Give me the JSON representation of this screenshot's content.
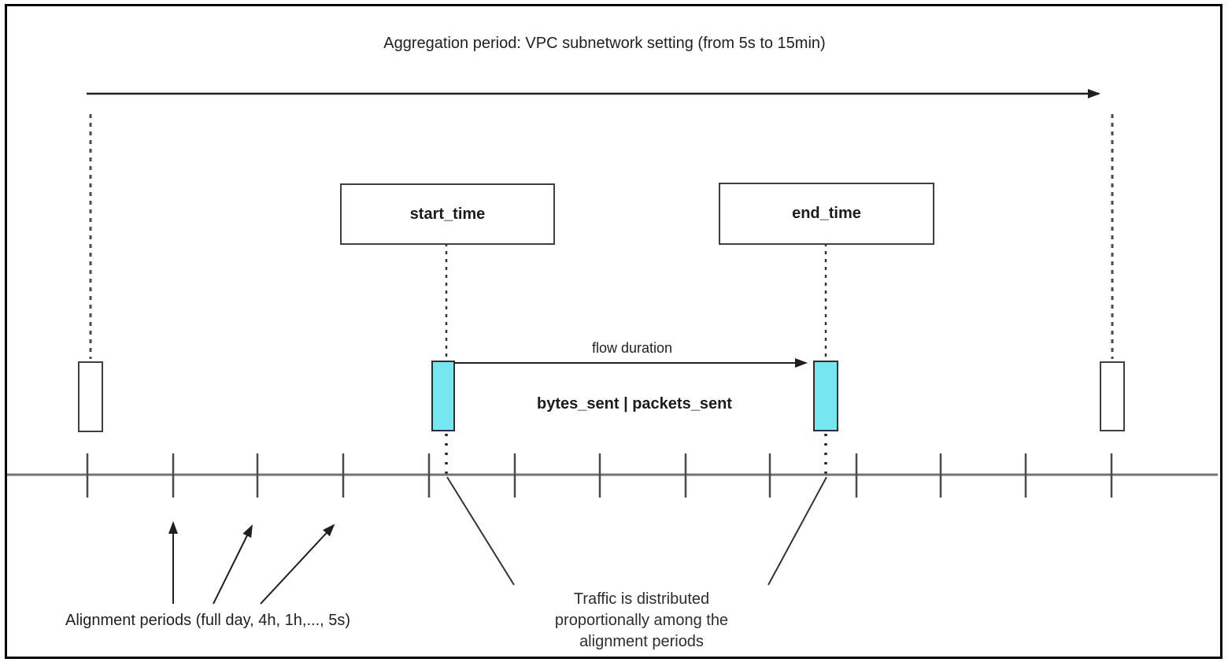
{
  "title": "Aggregation period: VPC subnetwork setting (from 5s to 15min)",
  "boxes": {
    "start_time": "start_time",
    "end_time": "end_time"
  },
  "labels": {
    "flow_duration": "flow duration",
    "metrics": "bytes_sent | packets_sent",
    "alignment_periods": "Alignment periods (full day, 4h, 1h,..., 5s)",
    "traffic_note": [
      "Traffic is distributed",
      "proportionally among the",
      "alignment periods"
    ]
  },
  "timeline": {
    "tick_count": 13
  },
  "colors": {
    "flow_marker_fill": "#76e7f1",
    "empty_marker_fill": "#ffffff",
    "marker_stroke": "#2e2e2e",
    "timeline_line": "#737373",
    "tick_line": "#4a4a4a",
    "arrow_line": "#1f1f1f",
    "dashed_guide": "#4a4a4a",
    "frame_border": "#000000",
    "background": "#ffffff",
    "text": "#212121"
  }
}
